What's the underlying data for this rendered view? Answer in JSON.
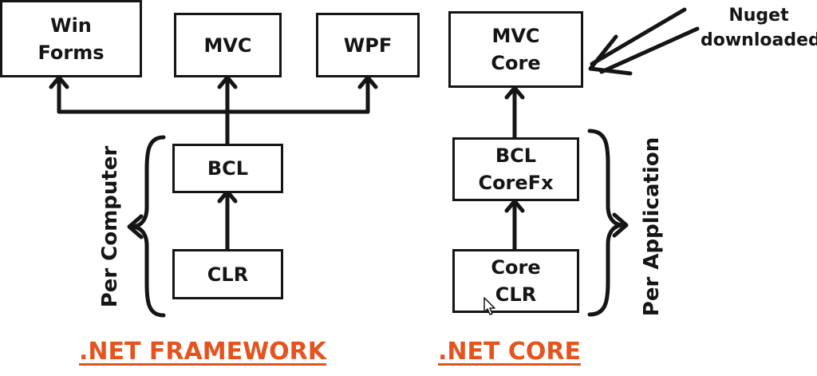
{
  "colors": {
    "ink": "#151515",
    "title_accent": "#e4541f",
    "background": "#ffffff"
  },
  "framework": {
    "title": ".NET FRAMEWORK",
    "side_label": "Per Computer",
    "boxes": {
      "win_forms": "Win\nForms",
      "mvc": "MVC",
      "wpf": "WPF",
      "bcl": "BCL",
      "clr": "CLR"
    }
  },
  "core": {
    "title": ".NET CORE",
    "side_label": "Per Application",
    "note": "Nuget\ndownloaded",
    "boxes": {
      "mvc_core": "MVC\nCore",
      "bcl_corefx": "BCL\nCoreFx",
      "core_clr": "Core\nCLR"
    }
  },
  "icons": {
    "arrows": "arrow-up-icon",
    "braces": "curly-brace-icon",
    "pointer": "mouse-pointer-icon"
  }
}
